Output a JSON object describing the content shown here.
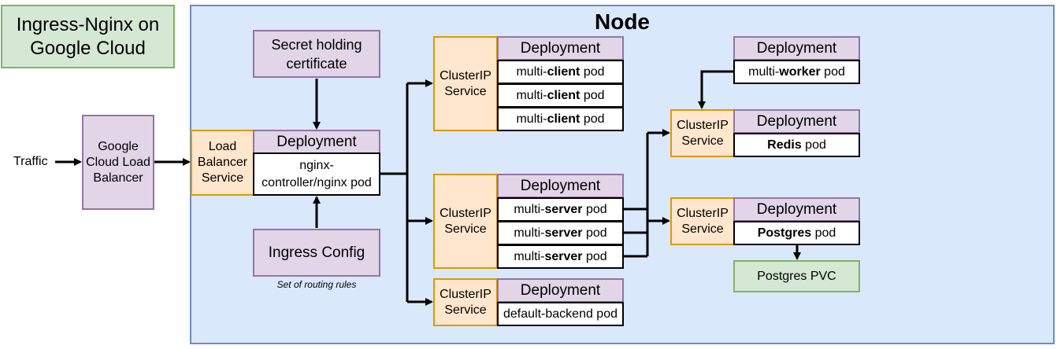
{
  "title_box": {
    "line1": "Ingress-Nginx on",
    "line2": "Google Cloud"
  },
  "node": {
    "title": "Node"
  },
  "traffic": {
    "label": "Traffic"
  },
  "google_lb": {
    "line1": "Google",
    "line2": "Cloud Load",
    "line3": "Balancer"
  },
  "lb_service": {
    "line1": "Load",
    "line2": "Balancer",
    "line3": "Service"
  },
  "secret": {
    "line1": "Secret holding",
    "line2": "certificate"
  },
  "nginx_deployment": {
    "header": "Deployment",
    "pod_line1": "nginx-",
    "pod_line2": "controller/nginx pod"
  },
  "ingress_config": {
    "label": "Ingress Config",
    "caption": "Set of routing rules"
  },
  "client_group": {
    "service_line1": "ClusterIP",
    "service_line2": "Service",
    "header": "Deployment",
    "pods": [
      {
        "prefix": "multi-",
        "bold": "client",
        "suffix": " pod"
      },
      {
        "prefix": "multi-",
        "bold": "client",
        "suffix": " pod"
      },
      {
        "prefix": "multi-",
        "bold": "client",
        "suffix": " pod"
      }
    ]
  },
  "server_group": {
    "service_line1": "ClusterIP",
    "service_line2": "Service",
    "header": "Deployment",
    "pods": [
      {
        "prefix": "multi-",
        "bold": "server",
        "suffix": " pod"
      },
      {
        "prefix": "multi-",
        "bold": "server",
        "suffix": " pod"
      },
      {
        "prefix": "multi-",
        "bold": "server",
        "suffix": " pod"
      }
    ]
  },
  "backend_group": {
    "service_line1": "ClusterIP",
    "service_line2": "Service",
    "header": "Deployment",
    "pod": "default-backend pod"
  },
  "worker_group": {
    "header": "Deployment",
    "pod_prefix": "multi-",
    "pod_bold": "worker",
    "pod_suffix": " pod"
  },
  "redis_group": {
    "service_line1": "ClusterIP",
    "service_line2": "Service",
    "header": "Deployment",
    "pod_bold": "Redis",
    "pod_suffix": " pod"
  },
  "postgres_group": {
    "service_line1": "ClusterIP",
    "service_line2": "Service",
    "header": "Deployment",
    "pod_bold": "Postgres",
    "pod_suffix": " pod",
    "pvc": "Postgres PVC"
  },
  "colors": {
    "green_fill": "#d5e8d4",
    "green_stroke": "#82b366",
    "purple_fill": "#e1d5e7",
    "purple_stroke": "#9673a6",
    "orange_fill": "#ffe6cc",
    "orange_stroke": "#d79b00",
    "node_fill": "#dae8fc",
    "node_stroke": "#6c8ebf"
  }
}
